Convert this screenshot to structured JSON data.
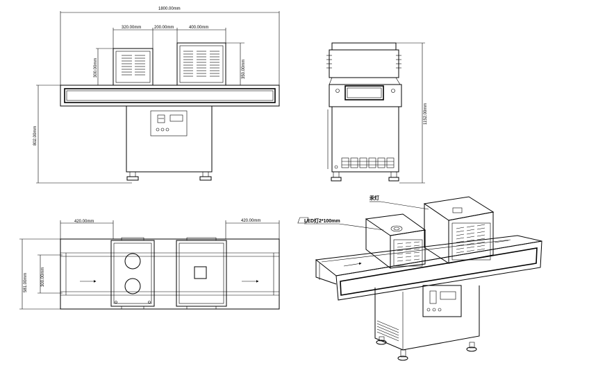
{
  "front_view": {
    "overall_width": "1800.00mm",
    "lamp1_width": "320.00mm",
    "gap_width": "200.00mm",
    "lamp2_width": "400.00mm",
    "lamp1_height": "300.00mm",
    "lamp2_height": "350.00mm",
    "machine_height": "802.00mm"
  },
  "side_view": {
    "total_height": "1152.00mm"
  },
  "top_view": {
    "left_extension": "420.00mm",
    "right_extension": "420.00mm",
    "overall_depth": "581.00mm",
    "belt_width": "300.00mm"
  },
  "iso_view": {
    "label_lamp": "汞灯",
    "label_led": "LED灯2*100mm"
  }
}
